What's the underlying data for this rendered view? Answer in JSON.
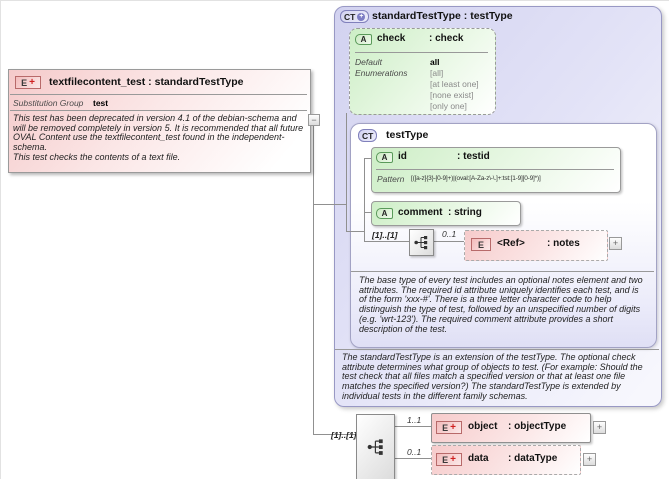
{
  "diagram": {
    "element_box": {
      "badge": "E",
      "title": "textfilecontent_test : standardTestType",
      "substitution_group_label": "Substitution Group",
      "substitution_group_value": "test",
      "description1": "This test has been deprecated in version 4.1 of the debian-schema and will be removed completely in version 5.  It is recommended that all future OVAL Content use the textfilecontent_test found in the independent-schema.",
      "description2": "This test checks the contents of a text file."
    },
    "standard_test_type": {
      "badge": "CT",
      "title": "standardTestType : testType",
      "description": "The standardTestType is an extension of the testType.  The optional check attribute determines what group of objects to test.  (For example: Should the test check that all files match a specified version or that at least one file matches the specified version?)  The standardTestType is extended by individual tests in the different family schemas.",
      "check_attribute": {
        "badge": "A",
        "name": "check",
        "type": ": check",
        "default_label": "Default",
        "default_value": "all",
        "enumerations_label": "Enumerations",
        "enumerations": [
          "[all]",
          "[at least one]",
          "[none exist]",
          "[only one]"
        ]
      }
    },
    "test_type": {
      "badge": "CT",
      "title": "testType",
      "description": "The base type of every test includes an optional notes element and two attributes.  The required id attribute uniquely identifies each test, and is of the form 'xxx-#'.  There is a three letter character code to help distinguish the type of test, followed by an unspecified number of digits (e.g. 'wrt-123').  The required comment attribute provides a short description of the test.",
      "id_attribute": {
        "badge": "A",
        "name": "id",
        "type": ": testid",
        "pattern_label": "Pattern",
        "pattern": "[([a-z]{3}-[0-9]+)|(oval:[A-Za-z\\-\\.]+:tst:[1-9][0-9]*)]"
      },
      "comment_attribute": {
        "badge": "A",
        "name": "comment",
        "type": ": string"
      },
      "sequence_cardinality": "[1]..[1]",
      "notes_element": {
        "occurrence": "0..1",
        "badge": "E",
        "name": "<Ref>",
        "type": ": notes"
      }
    },
    "content_model": {
      "cardinality": "[1]..[1]",
      "object_element": {
        "occurrence": "1..1",
        "badge": "E",
        "name": "object",
        "type": ": objectType"
      },
      "data_element": {
        "occurrence": "0..1",
        "badge": "E",
        "name": "data",
        "type": ": dataType"
      }
    },
    "toggles": {
      "collapse": "−",
      "expand": "+"
    }
  }
}
